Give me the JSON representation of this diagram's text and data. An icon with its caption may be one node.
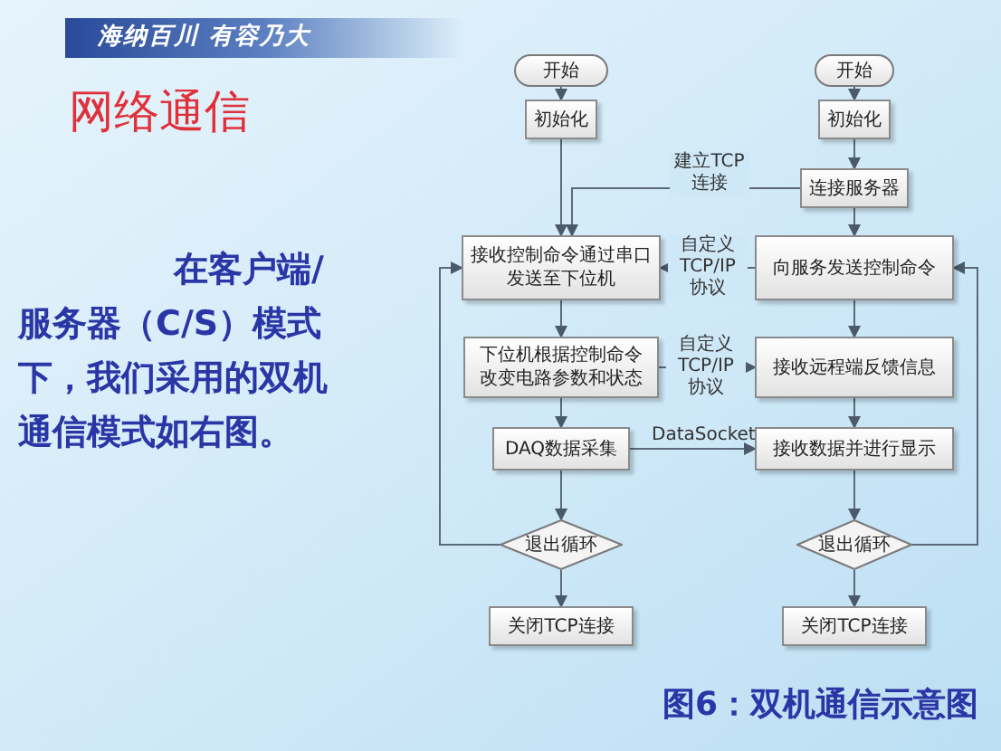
{
  "diagram": {
    "title": "网络通信",
    "caption": "图6：双机通信示意图",
    "nodes": [
      {
        "text": [
          "开始"
        ]
      },
      {
        "text": [
          "初始化"
        ]
      },
      {
        "text": [
          "接收控制命令通过串口发送至下位机"
        ]
      },
      {
        "text": [
          "下位机根据控制命令改变电路参数和状态"
        ]
      },
      {
        "text": [
          "DAQ数据采集"
        ]
      },
      {
        "text": [
          "退出循环"
        ]
      },
      {
        "text": [
          "关闭TCP连接"
        ]
      },
      {
        "text": [
          "开始"
        ]
      },
      {
        "text": [
          "初始化"
        ]
      },
      {
        "text": [
          "连接服务器"
        ]
      },
      {
        "text": [
          "向服务发送控制命令"
        ]
      },
      {
        "text": [
          "接收远程端反馈信息"
        ]
      },
      {
        "text": [
          "接收数据并进行显示"
        ]
      },
      {
        "text": [
          "退出循环"
        ]
      },
      {
        "text": [
          "关闭TCP连接"
        ]
      }
    ],
    "edges": [
      {
        "from": 0,
        "to": 1,
        "arrow": "to"
      },
      {
        "from": 1,
        "to": 2,
        "arrow": "to"
      },
      {
        "from": 2,
        "to": 3,
        "arrow": "to"
      },
      {
        "from": 3,
        "to": 4,
        "arrow": "to"
      },
      {
        "from": 4,
        "to": 5,
        "arrow": "to"
      },
      {
        "from": 5,
        "to": 6,
        "arrow": "to"
      },
      {
        "from": 5,
        "to": 2,
        "arrow": "to"
      },
      {
        "from": 7,
        "to": 8,
        "arrow": "to"
      },
      {
        "from": 8,
        "to": 9,
        "arrow": "to"
      },
      {
        "from": 9,
        "to": 10,
        "arrow": "to"
      },
      {
        "from": 10,
        "to": 11,
        "arrow": "to"
      },
      {
        "from": 11,
        "to": 12,
        "arrow": "to"
      },
      {
        "from": 12,
        "to": 13,
        "arrow": "to"
      },
      {
        "from": 13,
        "to": 14,
        "arrow": "to"
      },
      {
        "from": 13,
        "to": 10,
        "arrow": "to"
      },
      {
        "from": 9,
        "to": 2,
        "label": "建立TCP连接",
        "arrow": "to"
      },
      {
        "from": 10,
        "to": 2,
        "label": "自定义 TCP/IP 协议",
        "arrow": "to"
      },
      {
        "from": 3,
        "to": 11,
        "label": "自定义 TCP/IP 协议",
        "arrow": "to"
      },
      {
        "from": 4,
        "to": 12,
        "label": "DataSocket",
        "arrow": "to"
      }
    ],
    "labels": [
      "海纳百川 有容乃大",
      "在客户端/服务器（C/S）模式下，我们采用的双机通信模式如右图。"
    ]
  }
}
